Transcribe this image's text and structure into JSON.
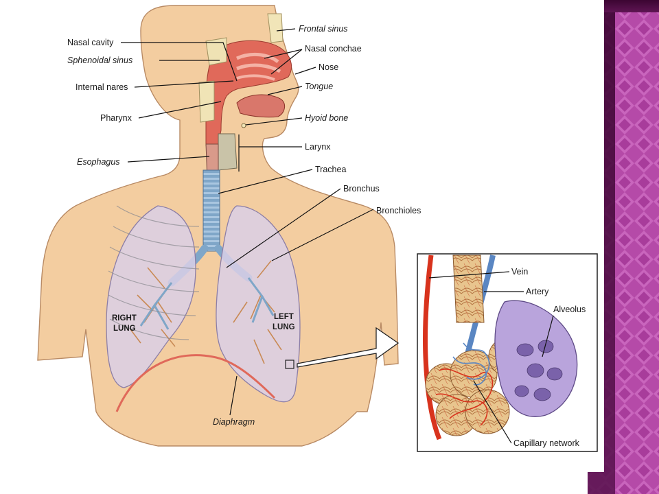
{
  "theme": {
    "slide_background": "#ffffff",
    "sidebar_dark": "#4a0a3e",
    "sidebar_pattern": "#b54aa8",
    "skin": "#f3cda0",
    "skin_outline": "#b88a64",
    "airway_red": "#e0695a",
    "lung_fill": "#d9cfe6",
    "bronchi_blue": "#8fb0cf",
    "inset_border": "#222222"
  },
  "labels": {
    "frontal_sinus": "Frontal sinus",
    "nasal_cavity": "Nasal cavity",
    "nasal_conchae": "Nasal conchae",
    "sphenoidal_sinus": "Sphenoidal sinus",
    "nose": "Nose",
    "internal_nares": "Internal nares",
    "tongue": "Tongue",
    "pharynx": "Pharynx",
    "hyoid_bone": "Hyoid bone",
    "larynx": "Larynx",
    "esophagus": "Esophagus",
    "trachea": "Trachea",
    "bronchus": "Bronchus",
    "bronchioles": "Bronchioles",
    "right_lung_1": "RIGHT",
    "right_lung_2": "LUNG",
    "left_lung_1": "LEFT",
    "left_lung_2": "LUNG",
    "diaphragm": "Diaphragm"
  },
  "inset": {
    "vein": "Vein",
    "artery": "Artery",
    "alveolus": "Alveolus",
    "capillary_network": "Capillary network"
  }
}
